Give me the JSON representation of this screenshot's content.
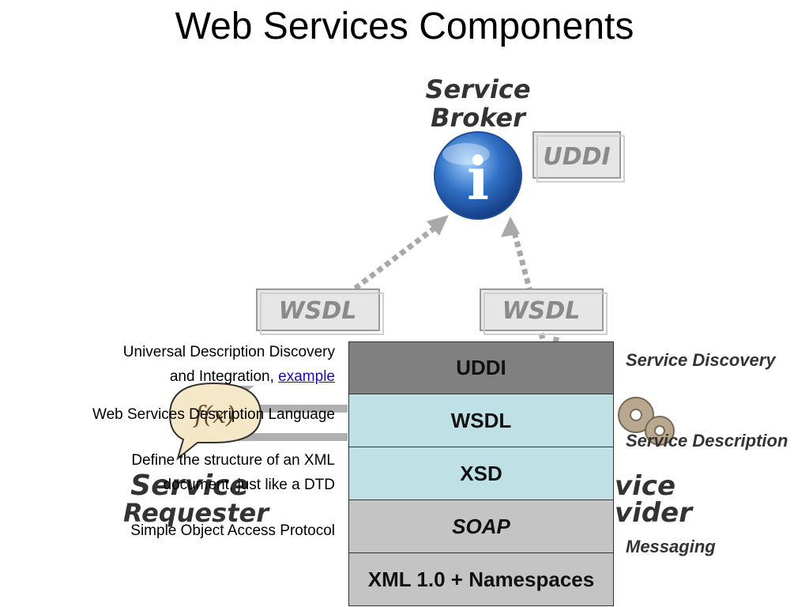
{
  "title": "Web Services Components",
  "diagram": {
    "broker_label_1": "Service",
    "broker_label_2": "Broker",
    "uddi_tag": "UDDI",
    "wsdl_tag_left": "WSDL",
    "wsdl_tag_right": "WSDL",
    "requester_label_1": "Service",
    "requester_label_2": "Requester",
    "provider_label_1": "vice",
    "provider_label_2": "vider",
    "fx_symbol": "f(x)",
    "info_symbol": "i"
  },
  "stack": {
    "layers": [
      "UDDI",
      "WSDL",
      "XSD",
      "SOAP",
      "XML 1.0 + Namespaces"
    ]
  },
  "side_labels": {
    "discovery": "Service Discovery",
    "description": "Service Description",
    "messaging": "Messaging"
  },
  "descriptions": {
    "uddi_line1": "Universal Description Discovery",
    "uddi_line2": "and Integration,",
    "uddi_link": "example",
    "wsdl": "Web Services Description Language",
    "xsd_line1": "Define the structure of an XML",
    "xsd_line2": "document, just like a DTD",
    "soap": "Simple Object Access Protocol"
  },
  "colors": {
    "uddi_layer": "#808080",
    "wsdl_layer": "#bfe1e6",
    "soap_layer": "#c4c4c4",
    "broker_globe": "#3a78c9",
    "link": "#1a0dab"
  }
}
